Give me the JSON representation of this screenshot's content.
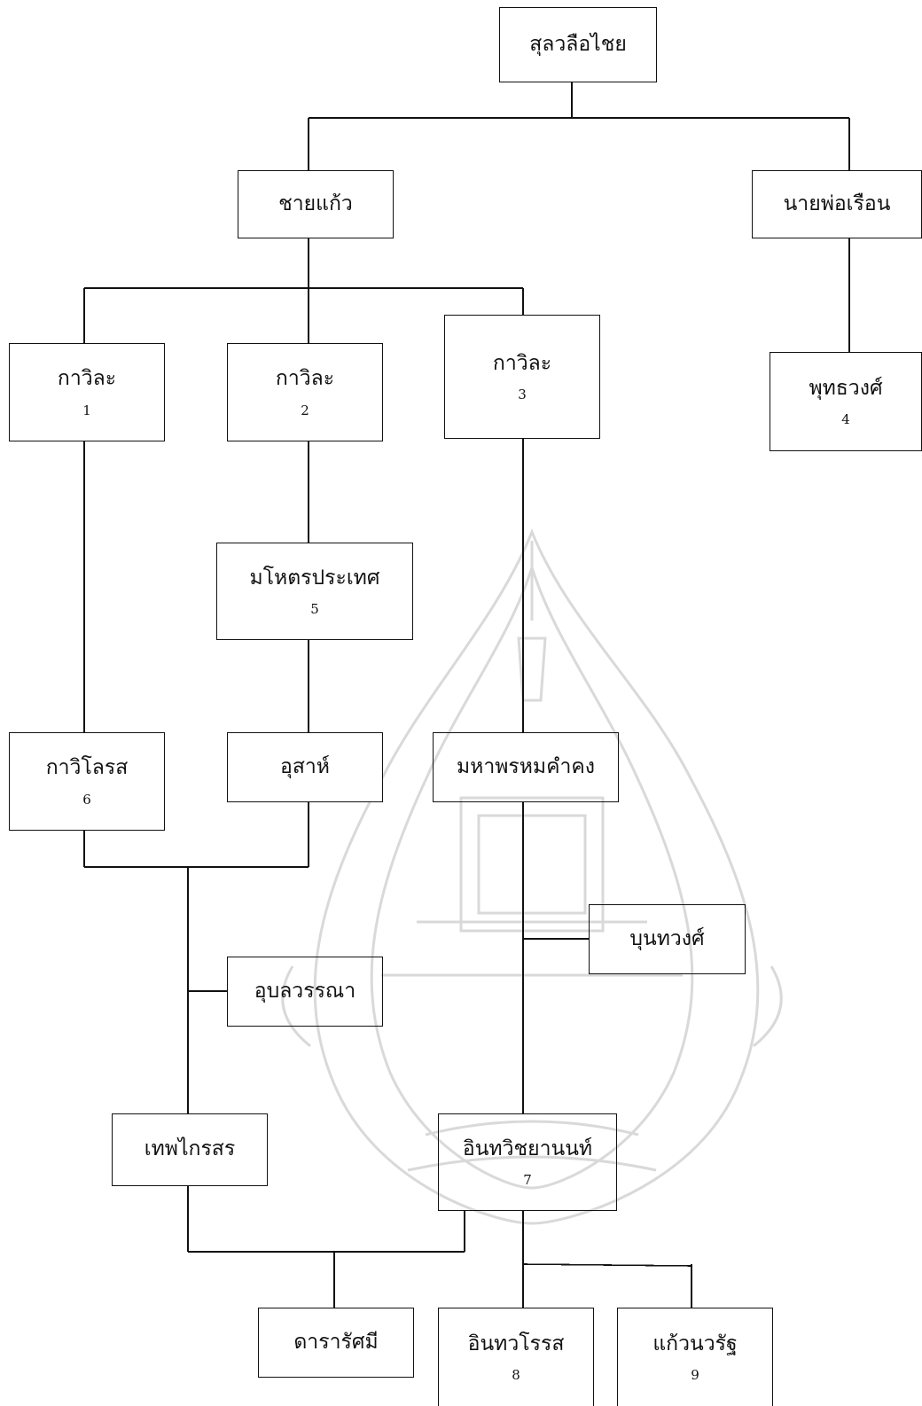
{
  "nodes": {
    "sulawalue_chai": {
      "label": "สุลวลือไชย",
      "number": ""
    },
    "chai_kaew": {
      "label": "ชายแก้ว",
      "number": ""
    },
    "nai_phor_ruean": {
      "label": "นายพ่อเรือน",
      "number": ""
    },
    "kawila_1": {
      "label": "กาวิละ",
      "number": "1"
    },
    "kawila_2": {
      "label": "กาวิละ",
      "number": "2"
    },
    "kawila_3": {
      "label": "กาวิละ",
      "number": "3"
    },
    "phutthawong": {
      "label": "พุทธวงศ์",
      "number": "4"
    },
    "mahotara_prathet": {
      "label": "มโหตรประเทศ",
      "number": "5"
    },
    "kawilorot": {
      "label": "กาวิโลรส",
      "number": "6"
    },
    "usah": {
      "label": "อุสาห์",
      "number": ""
    },
    "maha_phrom_kham_khong": {
      "label": "มหาพรหมคำคง",
      "number": ""
    },
    "bunthawong": {
      "label": "บุนทวงศ์",
      "number": ""
    },
    "ubon_wanna": {
      "label": "อุบลวรรณา",
      "number": ""
    },
    "thep_kraisorn": {
      "label": "เทพไกรสร",
      "number": ""
    },
    "inthawichayanon": {
      "label": "อินทวิชยานนท์",
      "number": "7"
    },
    "dara_rasmi": {
      "label": "ดารารัศมี",
      "number": ""
    },
    "inthawaroros": {
      "label": "อินทวโรรส",
      "number": "8"
    },
    "kaew_nawarat": {
      "label": "แก้วนวรัฐ",
      "number": "9"
    }
  },
  "colors": {
    "line": "#111111",
    "box_border": "#111111",
    "watermark": "#d9d9d9"
  }
}
